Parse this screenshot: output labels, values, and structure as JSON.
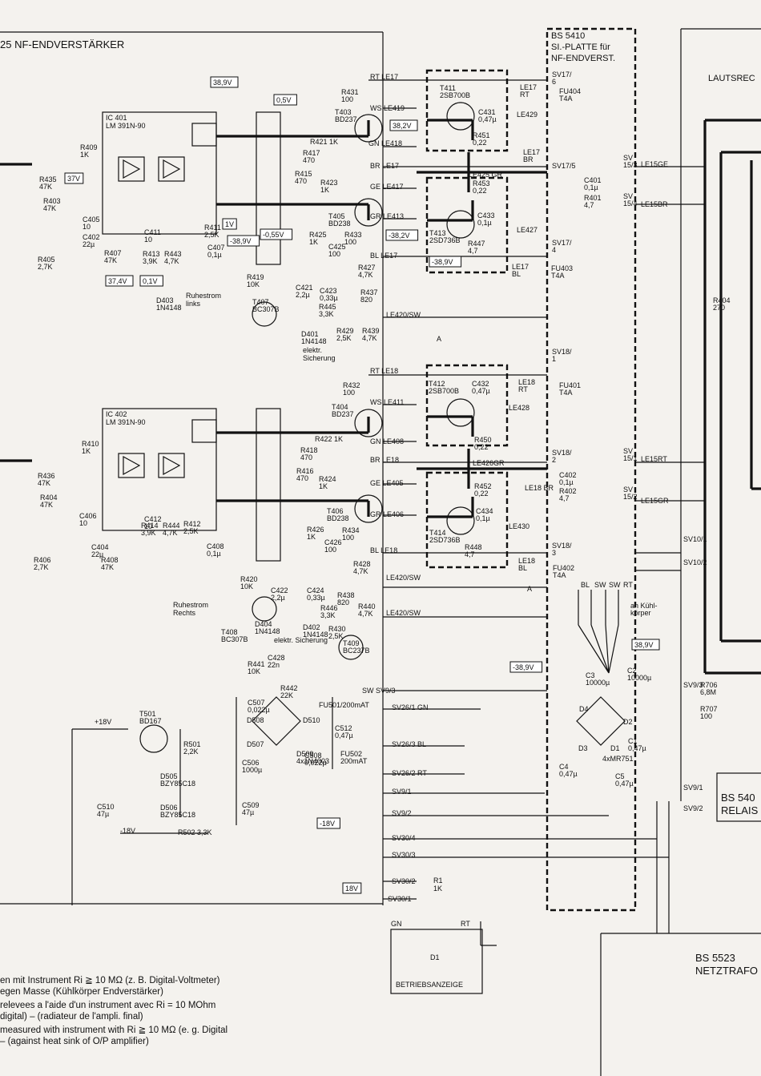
{
  "title": "25  NF-ENDVERSTÄRKER",
  "top_right": {
    "board_title_lines": [
      "BS 5410",
      "SI.-PLATTE für",
      "NF-ENDVERST."
    ],
    "lautsprecher": "LAUTSREC",
    "relais_lines": [
      "BS 540",
      "RELAIS"
    ],
    "netz_lines": [
      "BS 5523",
      "NETZTRAFO"
    ]
  },
  "ic401": {
    "name": "IC 401",
    "type": "LM 391N-90"
  },
  "ic402": {
    "name": "IC 402",
    "type": "LM 391N-90"
  },
  "voltages": [
    "38,9V",
    "0,5V",
    "38,2V",
    "-38,2V",
    "-38,9V",
    "1V",
    "-38,9V",
    "-0,55V",
    "37V",
    "37,4V",
    "0,1V",
    "-18V",
    "18V",
    "-38,9V",
    "38,9V"
  ],
  "components_upper": [
    "R431\n100",
    "T403\nBD237",
    "T411\n2SB700B",
    "C431\n0,47µ",
    "R451\n0,22",
    "R453\n0,22",
    "R421 1K",
    "R417\n470",
    "R415\n470",
    "R423\n1K",
    "T405\nBD238",
    "T413\n2SD736B",
    "C433\n0,1µ",
    "R447\n4,7",
    "R425\n1K",
    "R433\n100",
    "C425\n100",
    "R411\n2,5K",
    "C407\n0,1µ",
    "R413\n3,9K",
    "R443\n4,7K",
    "C411\n10",
    "R409\n1K",
    "R435\n47K",
    "R403\n47K",
    "C405\n10",
    "C402\n22µ",
    "R407\n47K",
    "R405\n2,7K",
    "R427\n4,7K",
    "R419\n10K",
    "C421\n2,2µ",
    "C423\n0,33µ",
    "R445\n3,3K",
    "R437\n820",
    "T407\nBC307B",
    "D403\n1N4148",
    "D401\n1N4148",
    "R429\n2,5K",
    "R439\n4,7K"
  ],
  "components_lower": [
    "R432\n100",
    "T404\nBD237",
    "T412\n2SB700B",
    "C432\n0,47µ",
    "R450\n0,22",
    "R452\n0,22",
    "R422 1K",
    "R418\n470",
    "R416\n470",
    "R424\n1K",
    "T406\nBD238",
    "T414\n2SD736B",
    "C434\n0,1µ",
    "R448\n4,7",
    "R426\n1K",
    "R434\n100",
    "C426\n100",
    "R412\n2,5K",
    "C408\n0,1µ",
    "R414\n3,9K",
    "R444\n4,7K",
    "C412\n10",
    "R410\n1K",
    "R436\n47K",
    "R404\n47K",
    "C406\n10",
    "C404\n22µ",
    "R408\n47K",
    "R406\n2,7K",
    "R428\n4,7K",
    "R420\n10K",
    "C422\n2,2µ",
    "C424\n0,33µ",
    "R446\n3,3K",
    "R438\n820",
    "T408\nBC307B",
    "D404\n1N4148",
    "D402\n1N4148",
    "R430\n2,5K",
    "R440\n4,7K",
    "R441\n10K",
    "C428\n22n",
    "R442\n22K",
    "T409\nBC237B"
  ],
  "power_supply": [
    "T501\nBD167",
    "R501\n2,2K",
    "D505\nBZY85C18",
    "D506\nBZY85C18",
    "C510\n47µ",
    "R502 3,3K",
    "C507\n0,022µ",
    "D508",
    "D510",
    "D507",
    "D509\n4x1N4003",
    "C506\n1000µ",
    "C509\n47µ",
    "C512\n0,47µ",
    "C508\n0,022µ",
    "FU501/200mAT",
    "FU502\n200mAT",
    "+18V",
    "-18V"
  ],
  "connectors_left": [
    "RT LE17",
    "WS LE419",
    "GN LE418",
    "BR LE17",
    "GE LE417",
    "GR LE413",
    "BL LE17",
    "LE420/SW",
    "RT LE18",
    "WS LE411",
    "GN LE408",
    "BR LE18",
    "GE LE405",
    "GR LE406",
    "BL LE18",
    "LE420/SW",
    "LE420/SW",
    "SW SV9/3",
    "SV26/1 GN",
    "SV26/3 BL",
    "SV26/2 RT",
    "SV9/1",
    "SV9/2",
    "SV30/4",
    "SV30/3",
    "SV30/2",
    "SV30/1"
  ],
  "connectors_board": [
    "LE17\nRT",
    "LE429",
    "LE17\nBR",
    "LE425 GR",
    "LE427",
    "LE17\nBL",
    "LE18\nRT",
    "LE428",
    "LE426GR",
    "LE18 BR",
    "LE430",
    "LE18\nBL",
    "SV17/\n6",
    "FU404\nT4A",
    "SV17/5",
    "SV17/\n4",
    "FU403\nT4A",
    "SV18/\n1",
    "FU401\nT4A",
    "SV18/\n2",
    "SV18/\n3",
    "FU402\nT4A",
    "BL",
    "SW",
    "SW",
    "RT"
  ],
  "connectors_right": [
    "SV\n15/3",
    "LE15GE",
    "SV\n15/4",
    "LE15BR",
    "SV\n15/1",
    "LE15RT",
    "SV\n15/2",
    "LE15GR",
    "C401\n0,1µ",
    "R401\n4,7",
    "C402\n0,1µ",
    "R402\n4,7",
    "SV10/1",
    "SV10/2",
    "SV9/3",
    "R706\n6,8M",
    "R707\n100",
    "SV9/1",
    "SV9/2",
    "R404\n270"
  ],
  "rectifier": [
    "C3\n10000µ",
    "C2\n10000µ",
    "D4",
    "D2",
    "D3",
    "D1",
    "4xMR751",
    "C1\n0,47µ",
    "C4\n0,47µ",
    "C5\n0,47µ",
    "an Kühl-\nkörper"
  ],
  "misc_labels": {
    "ruhestrom_links": "Ruhestrom\nlinks",
    "ruhestrom_rechts": "Ruhestrom\nRechts",
    "sicherung1": "elektr.\nSicherung",
    "sicherung2": "elektr. Sicherung",
    "betrieb": "BETRIEBSANZEIGE",
    "d1_led": "D1",
    "r1": "R1\n1K",
    "gn": "GN",
    "rt": "RT",
    "arrow_a": "A"
  },
  "notes": [
    "en mit Instrument R",
    "egen Masse (Kühlkörper Endverstärker)",
    "relevees a l'aide d'un instrument avec R",
    "digital) – (radiateur de l'ampli. final)",
    "measured with instrument with R",
    "– (against heat sink of O/P amplifier)"
  ],
  "notes_tails": [
    "i ≧ 10 MΩ (z. B. Digital-Voltmeter)",
    "",
    "i = 10 MOhm",
    "",
    "i ≧ 10 MΩ (e. g. Digital",
    ""
  ]
}
